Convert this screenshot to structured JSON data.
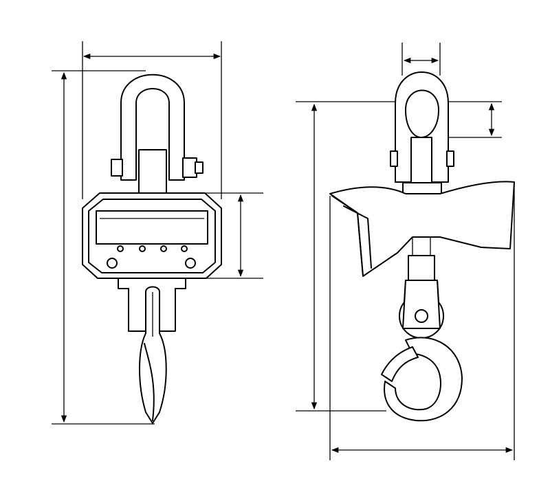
{
  "colors": {
    "stroke": "#000000",
    "background": "#ffffff"
  },
  "views": [
    {
      "id": "front-view",
      "dimensions": [
        "overall-width",
        "overall-height",
        "body-height"
      ]
    },
    {
      "id": "side-view",
      "dimensions": [
        "shackle-width",
        "shackle-opening",
        "overall-height",
        "body-depth"
      ]
    }
  ]
}
